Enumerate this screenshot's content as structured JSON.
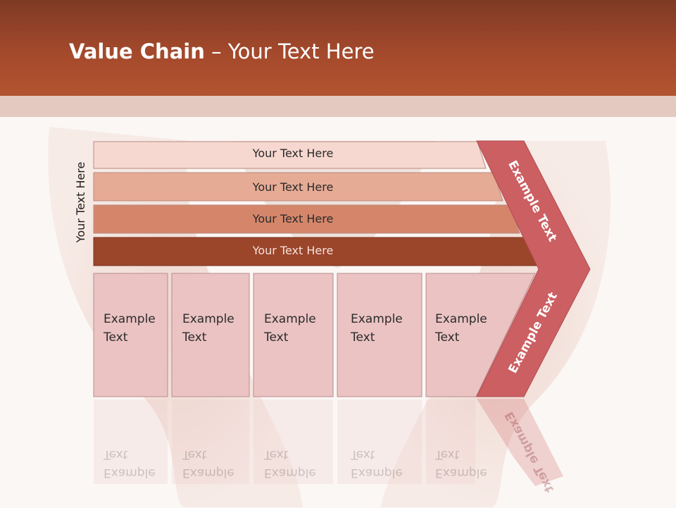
{
  "header": {
    "title_bold": "Value Chain",
    "title_rest": " – Your Text Here"
  },
  "side_label": "Your Text Here",
  "bars": [
    {
      "label": "Your Text Here",
      "color": "#f6d8d0"
    },
    {
      "label": "Your Text Here",
      "color": "#e6ab95"
    },
    {
      "label": "Your Text Here",
      "color": "#d5866a"
    },
    {
      "label": "Your Text Here",
      "color": "#9b452b"
    }
  ],
  "cells": [
    {
      "line1": "Example",
      "line2": "Text"
    },
    {
      "line1": "Example",
      "line2": "Text"
    },
    {
      "line1": "Example",
      "line2": "Text"
    },
    {
      "line1": "Example",
      "line2": "Text"
    },
    {
      "line1": "Example",
      "line2": "Text"
    }
  ],
  "chevron": {
    "upper_label": "Example Text",
    "lower_label": "Example Text",
    "color": "#cc5f62"
  },
  "colors": {
    "header": "#a4492c",
    "cell_fill": "#ebc3c3",
    "cell_stroke": "#b98c8c"
  }
}
